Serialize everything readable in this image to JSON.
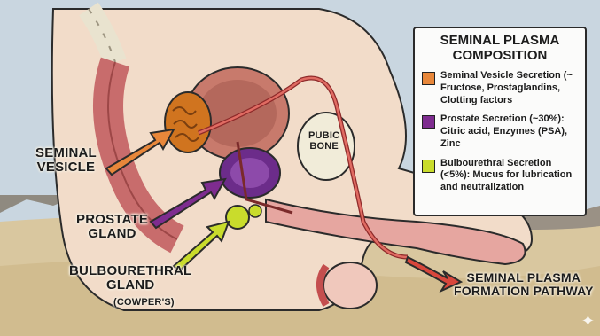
{
  "legend": {
    "title": "SEMINAL PLASMA\nCOMPOSITION",
    "items": [
      {
        "color": "#e8873a",
        "text": "Seminal Vesicle Secretion (~ Fructose, Prostaglandins, Clotting factors"
      },
      {
        "color": "#7e2c8f",
        "text": "Prostate Secretion (~30%): Citric acid, Enzymes (PSA), Zinc"
      },
      {
        "color": "#c9dc2c",
        "text": "Bulbourethral Secretion (<5%): Mucus for lubrication and neutralization"
      }
    ]
  },
  "labels": {
    "seminal_vesicle": "SEMINAL\nVESICLE",
    "prostate": "PROSTATE\nGLAND",
    "bulbourethral": "BULBOURETHRAL\nGLAND",
    "cowpers": "(COWPER'S)",
    "pubic_bone": "PUBIC\nBONE",
    "pathway": "SEMINAL PLASMA\nFORMATION PATHWAY"
  },
  "colors": {
    "seminal_vesicle_arrow": "#e8873a",
    "prostate_arrow": "#7e2c8f",
    "bulbourethral_arrow": "#c9dc2c",
    "pathway_arrow": "#d8473c"
  },
  "icons": [
    "sparkle-icon"
  ]
}
